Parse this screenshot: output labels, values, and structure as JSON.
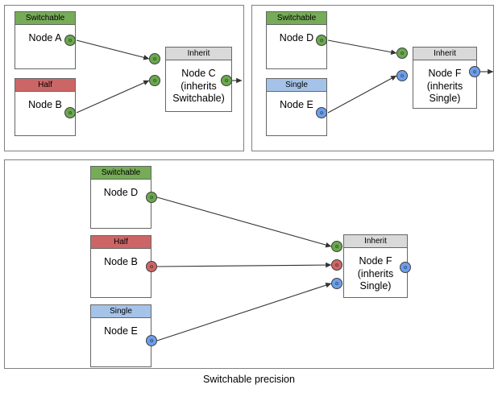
{
  "diagram": {
    "caption": "Switchable precision",
    "colors": {
      "switchable": "#76ab57",
      "half": "#cc6666",
      "single": "#a5c3e8",
      "inherit": "#d9d9d9",
      "port_green": "#6aa84f",
      "port_red": "#cc6666",
      "port_blue": "#6d9eeb",
      "panel_border": "#808080",
      "node_border": "#666666"
    },
    "panels": [
      {
        "id": "panel-top-left",
        "nodes": [
          {
            "id": "node-a",
            "header": "Switchable",
            "header_style": "switchable",
            "body": "Node A"
          },
          {
            "id": "node-b",
            "header": "Half",
            "header_style": "half",
            "body": "Node B"
          },
          {
            "id": "node-c",
            "header": "Inherit",
            "header_style": "inherit",
            "body": "Node C\n(inherits\nSwitchable)"
          }
        ],
        "ports": [
          {
            "id": "port-node-a-out",
            "color": "green"
          },
          {
            "id": "port-node-b-out",
            "color": "green"
          },
          {
            "id": "port-node-c-in-1",
            "color": "green"
          },
          {
            "id": "port-node-c-in-2",
            "color": "green"
          },
          {
            "id": "port-node-c-out",
            "color": "green"
          }
        ],
        "edges": [
          {
            "id": "edge-a-to-c",
            "from": "node-a",
            "to": "node-c"
          },
          {
            "id": "edge-b-to-c",
            "from": "node-b",
            "to": "node-c"
          },
          {
            "id": "edge-c-out",
            "from": "node-c",
            "to": "open"
          }
        ]
      },
      {
        "id": "panel-top-right",
        "nodes": [
          {
            "id": "node-d",
            "header": "Switchable",
            "header_style": "switchable",
            "body": "Node D"
          },
          {
            "id": "node-e",
            "header": "Single",
            "header_style": "single",
            "body": "Node E"
          },
          {
            "id": "node-f",
            "header": "Inherit",
            "header_style": "inherit",
            "body": "Node F\n(inherits\nSingle)"
          }
        ],
        "ports": [
          {
            "id": "port-node-d-out",
            "color": "green"
          },
          {
            "id": "port-node-e-out",
            "color": "blue"
          },
          {
            "id": "port-node-f-in-1",
            "color": "green"
          },
          {
            "id": "port-node-f-in-2",
            "color": "blue"
          },
          {
            "id": "port-node-f-out",
            "color": "blue"
          }
        ],
        "edges": [
          {
            "id": "edge-d-to-f",
            "from": "node-d",
            "to": "node-f"
          },
          {
            "id": "edge-e-to-f",
            "from": "node-e",
            "to": "node-f"
          },
          {
            "id": "edge-f-out",
            "from": "node-f",
            "to": "open"
          }
        ]
      },
      {
        "id": "panel-bottom",
        "nodes": [
          {
            "id": "node-d2",
            "header": "Switchable",
            "header_style": "switchable",
            "body": "Node D"
          },
          {
            "id": "node-b2",
            "header": "Half",
            "header_style": "half",
            "body": "Node B"
          },
          {
            "id": "node-e2",
            "header": "Single",
            "header_style": "single",
            "body": "Node E"
          },
          {
            "id": "node-f2",
            "header": "Inherit",
            "header_style": "inherit",
            "body": "Node F\n(inherits\nSingle)"
          }
        ],
        "ports": [
          {
            "id": "port-node-d2-out",
            "color": "green"
          },
          {
            "id": "port-node-b2-out",
            "color": "red"
          },
          {
            "id": "port-node-e2-out",
            "color": "blue"
          },
          {
            "id": "port-node-f2-in-1",
            "color": "green"
          },
          {
            "id": "port-node-f2-in-2",
            "color": "red"
          },
          {
            "id": "port-node-f2-in-3",
            "color": "blue"
          },
          {
            "id": "port-node-f2-out",
            "color": "blue"
          }
        ],
        "edges": [
          {
            "id": "edge-d2-to-f2",
            "from": "node-d2",
            "to": "node-f2"
          },
          {
            "id": "edge-b2-to-f2",
            "from": "node-b2",
            "to": "node-f2"
          },
          {
            "id": "edge-e2-to-f2",
            "from": "node-e2",
            "to": "node-f2"
          }
        ]
      }
    ]
  }
}
